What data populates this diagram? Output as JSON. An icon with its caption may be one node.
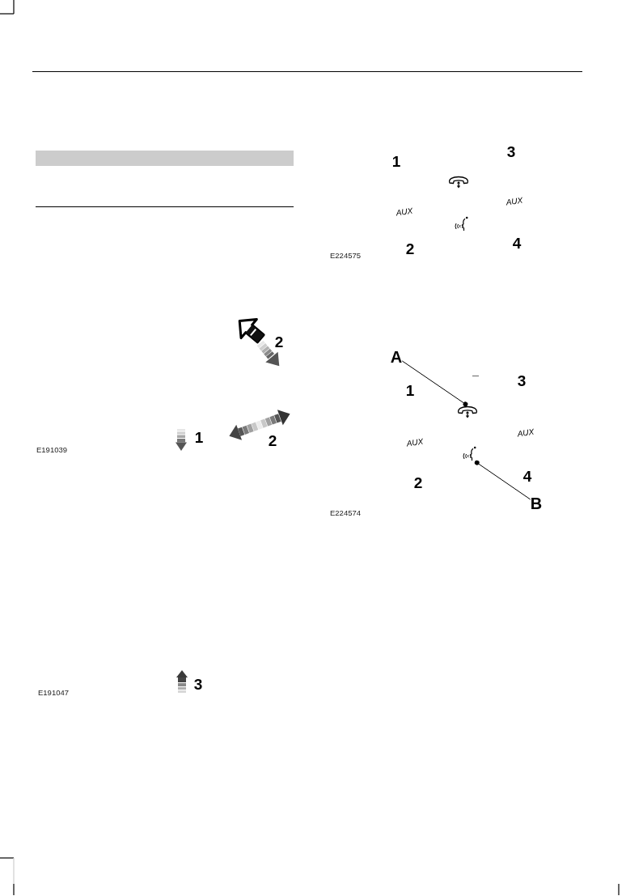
{
  "diagram": {
    "nodes": [
      {
        "text": [],
        "shape": "bar"
      },
      {
        "text": [
          "A"
        ]
      },
      {
        "text": [],
        "shape": "picture"
      },
      {
        "text": [],
        "shape": "picture"
      },
      {
        "text": [
          "B"
        ]
      }
    ],
    "edges": [
      {
        "from": 1,
        "to": 2,
        "arrow": "other"
      },
      {
        "from": 4,
        "to": 3,
        "arrow": "other"
      }
    ],
    "labels": [
      "2",
      "1",
      "2",
      "E191039",
      "3",
      "E191047",
      "1",
      "3",
      "AUX",
      "AUX",
      "2",
      "4",
      "E224575",
      "1",
      "3",
      "AUX",
      "AUX",
      "2",
      "4",
      "E224574"
    ]
  }
}
